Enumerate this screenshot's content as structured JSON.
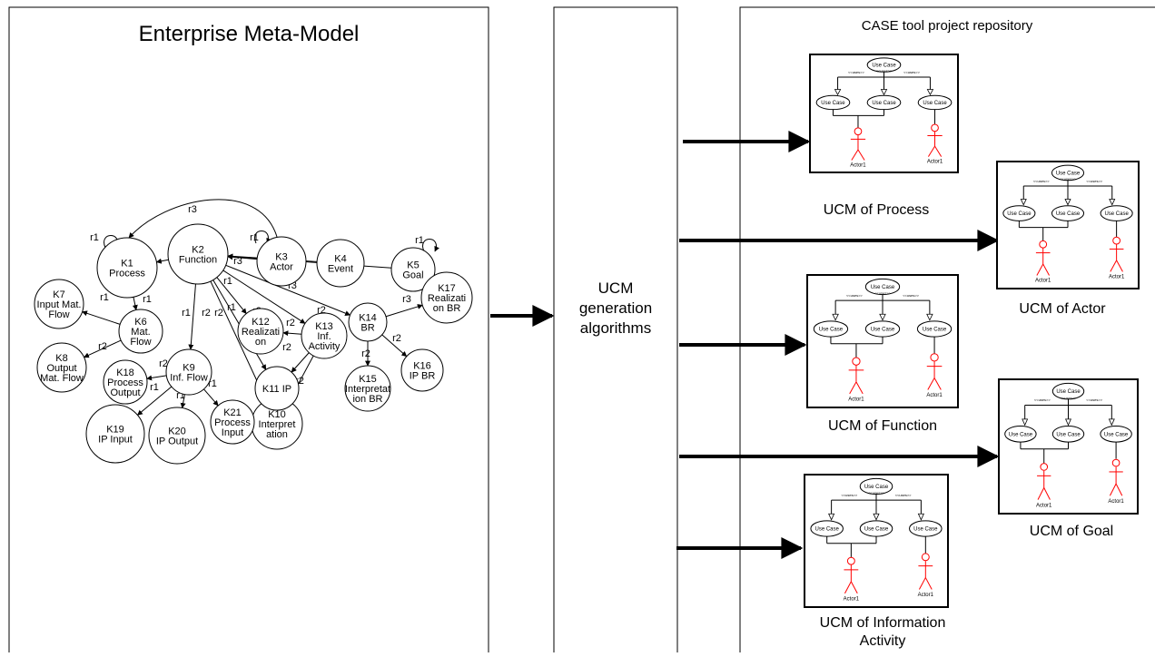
{
  "meta_model": {
    "title": "Enterprise Meta-Model",
    "nodes": [
      {
        "id": "K1",
        "lines": [
          "K1",
          "Process"
        ]
      },
      {
        "id": "K2",
        "lines": [
          "K2",
          "Function"
        ]
      },
      {
        "id": "K3",
        "lines": [
          "K3",
          "Actor"
        ]
      },
      {
        "id": "K4",
        "lines": [
          "K4",
          "Event"
        ]
      },
      {
        "id": "K5",
        "lines": [
          "K5",
          "Goal"
        ]
      },
      {
        "id": "K6",
        "lines": [
          "K6",
          "Mat.",
          "Flow"
        ]
      },
      {
        "id": "K7",
        "lines": [
          "K7",
          "Input Mat.",
          "Flow"
        ]
      },
      {
        "id": "K8",
        "lines": [
          "K8",
          "Output",
          "Mat. Flow"
        ]
      },
      {
        "id": "K9",
        "lines": [
          "K9",
          "Inf. Flow"
        ]
      },
      {
        "id": "K10",
        "lines": [
          "K10",
          "Interpret",
          "ation"
        ]
      },
      {
        "id": "K11",
        "lines": [
          "K11 IP"
        ]
      },
      {
        "id": "K12",
        "lines": [
          "K12",
          "Realizati",
          "on"
        ]
      },
      {
        "id": "K13",
        "lines": [
          "K13",
          "Inf.",
          "Activity"
        ]
      },
      {
        "id": "K14",
        "lines": [
          "K14",
          "BR"
        ]
      },
      {
        "id": "K15",
        "lines": [
          "K15",
          "Interpretat",
          "ion BR"
        ]
      },
      {
        "id": "K16",
        "lines": [
          "K16",
          "IP BR"
        ]
      },
      {
        "id": "K17",
        "lines": [
          "K17",
          "Realizati",
          "on BR"
        ]
      },
      {
        "id": "K18",
        "lines": [
          "K18",
          "Process",
          "Output"
        ]
      },
      {
        "id": "K19",
        "lines": [
          "K19",
          "IP Input"
        ]
      },
      {
        "id": "K20",
        "lines": [
          "K20",
          "IP Output"
        ]
      },
      {
        "id": "K21",
        "lines": [
          "K21",
          "Process",
          "Input"
        ]
      }
    ],
    "edge_labels": [
      "r3",
      "r1",
      "r3",
      "r3",
      "r1",
      "r1",
      "r2",
      "r1",
      "r2",
      "r1",
      "r1",
      "r1",
      "r1",
      "r2",
      "r2",
      "r2",
      "r2",
      "r2",
      "r2",
      "r2",
      "r3",
      "r2",
      "r2",
      "r2"
    ]
  },
  "generator": {
    "lines": [
      "UCM",
      "generation",
      "algorithms"
    ]
  },
  "repository": {
    "title": "CASE tool project repository",
    "use_case_label": "Use Case",
    "uses_label": "<<uses>>",
    "actor_label": "Actor1",
    "diagrams": [
      {
        "caption_lines": [
          "UCM of Process"
        ]
      },
      {
        "caption_lines": [
          "UCM of Actor"
        ]
      },
      {
        "caption_lines": [
          "UCM of Function"
        ]
      },
      {
        "caption_lines": [
          "UCM of Goal"
        ]
      },
      {
        "caption_lines": [
          "UCM of Information",
          "Activity"
        ]
      }
    ]
  },
  "colors": {
    "stroke": "#000000",
    "actor": "#ff0000",
    "background": "#ffffff"
  }
}
